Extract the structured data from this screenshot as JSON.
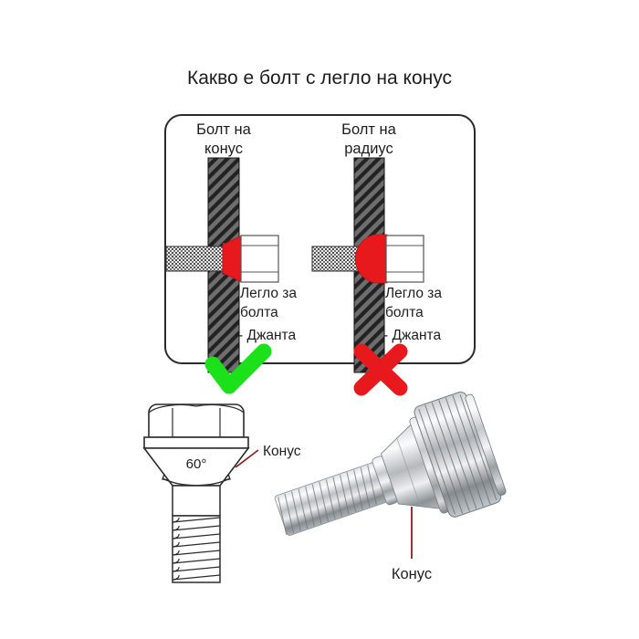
{
  "page": {
    "title": "Какво е болт с легло на конус",
    "background": "#ffffff"
  },
  "diagram": {
    "box": {
      "name": "comparison-panel"
    },
    "left": {
      "heading_line1": "Болт на",
      "heading_line2": "конус",
      "seat_label_line1": "Легло за",
      "seat_label_line2": "болта",
      "rim_label": "- Джанта",
      "verdict": "correct",
      "verdict_mark": "✔"
    },
    "right": {
      "heading_line1": "Болт на",
      "heading_line2": "радиус",
      "seat_label_line1": "Легло за",
      "seat_label_line2": "болта",
      "rim_label": "- Джанта",
      "verdict": "wrong",
      "verdict_mark": "✘"
    }
  },
  "drawing": {
    "angle_label": "60°",
    "cone_callout": "Конус"
  },
  "photo": {
    "cone_callout": "Конус"
  },
  "colors": {
    "seat_red": "#e8191d",
    "check_green": "#1ae11a",
    "cross_red": "#e8191d",
    "leader_line": "#8a2020",
    "outline": "#2b2b2b",
    "hatch_dark": "#3c3c3c",
    "chrome_light": "#f2f3f4",
    "chrome_mid": "#b9bdc1",
    "chrome_dark": "#7d8286"
  }
}
